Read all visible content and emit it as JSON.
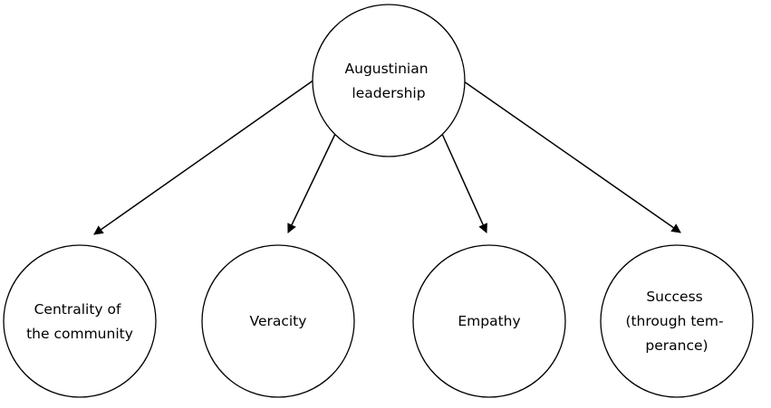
{
  "root": {
    "lines": [
      "Augustinian",
      "leadership"
    ]
  },
  "children": [
    {
      "lines": [
        "Centrality of",
        "the community"
      ]
    },
    {
      "lines": [
        "Veracity"
      ]
    },
    {
      "lines": [
        "Empathy"
      ]
    },
    {
      "lines": [
        "Success",
        "(through tem-",
        "perance)"
      ]
    }
  ],
  "colors": {
    "stroke": "#000000",
    "fill": "#ffffff"
  }
}
